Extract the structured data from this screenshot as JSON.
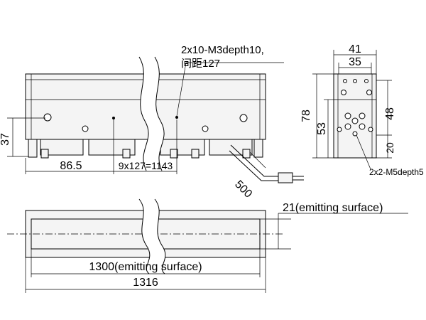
{
  "front_view": {
    "hole_note_line1": "2x10-M3depth10,",
    "hole_note_line2": "间距127",
    "dim_height": "37",
    "dim_offset": "86.5",
    "dim_pitch": "9x127=1143",
    "dim_cable": "500"
  },
  "end_view": {
    "dim_width_outer": "41",
    "dim_width_inner": "35",
    "dim_height_total": "78",
    "dim_height_mid": "53",
    "dim_height_right": "48",
    "dim_bottom": "20",
    "tap_note": "2x2-M5depth5"
  },
  "top_view": {
    "dim_emitting_width": "21(emitting surface)",
    "dim_emitting_length": "1300(emitting surface)",
    "dim_total_length": "1316"
  }
}
